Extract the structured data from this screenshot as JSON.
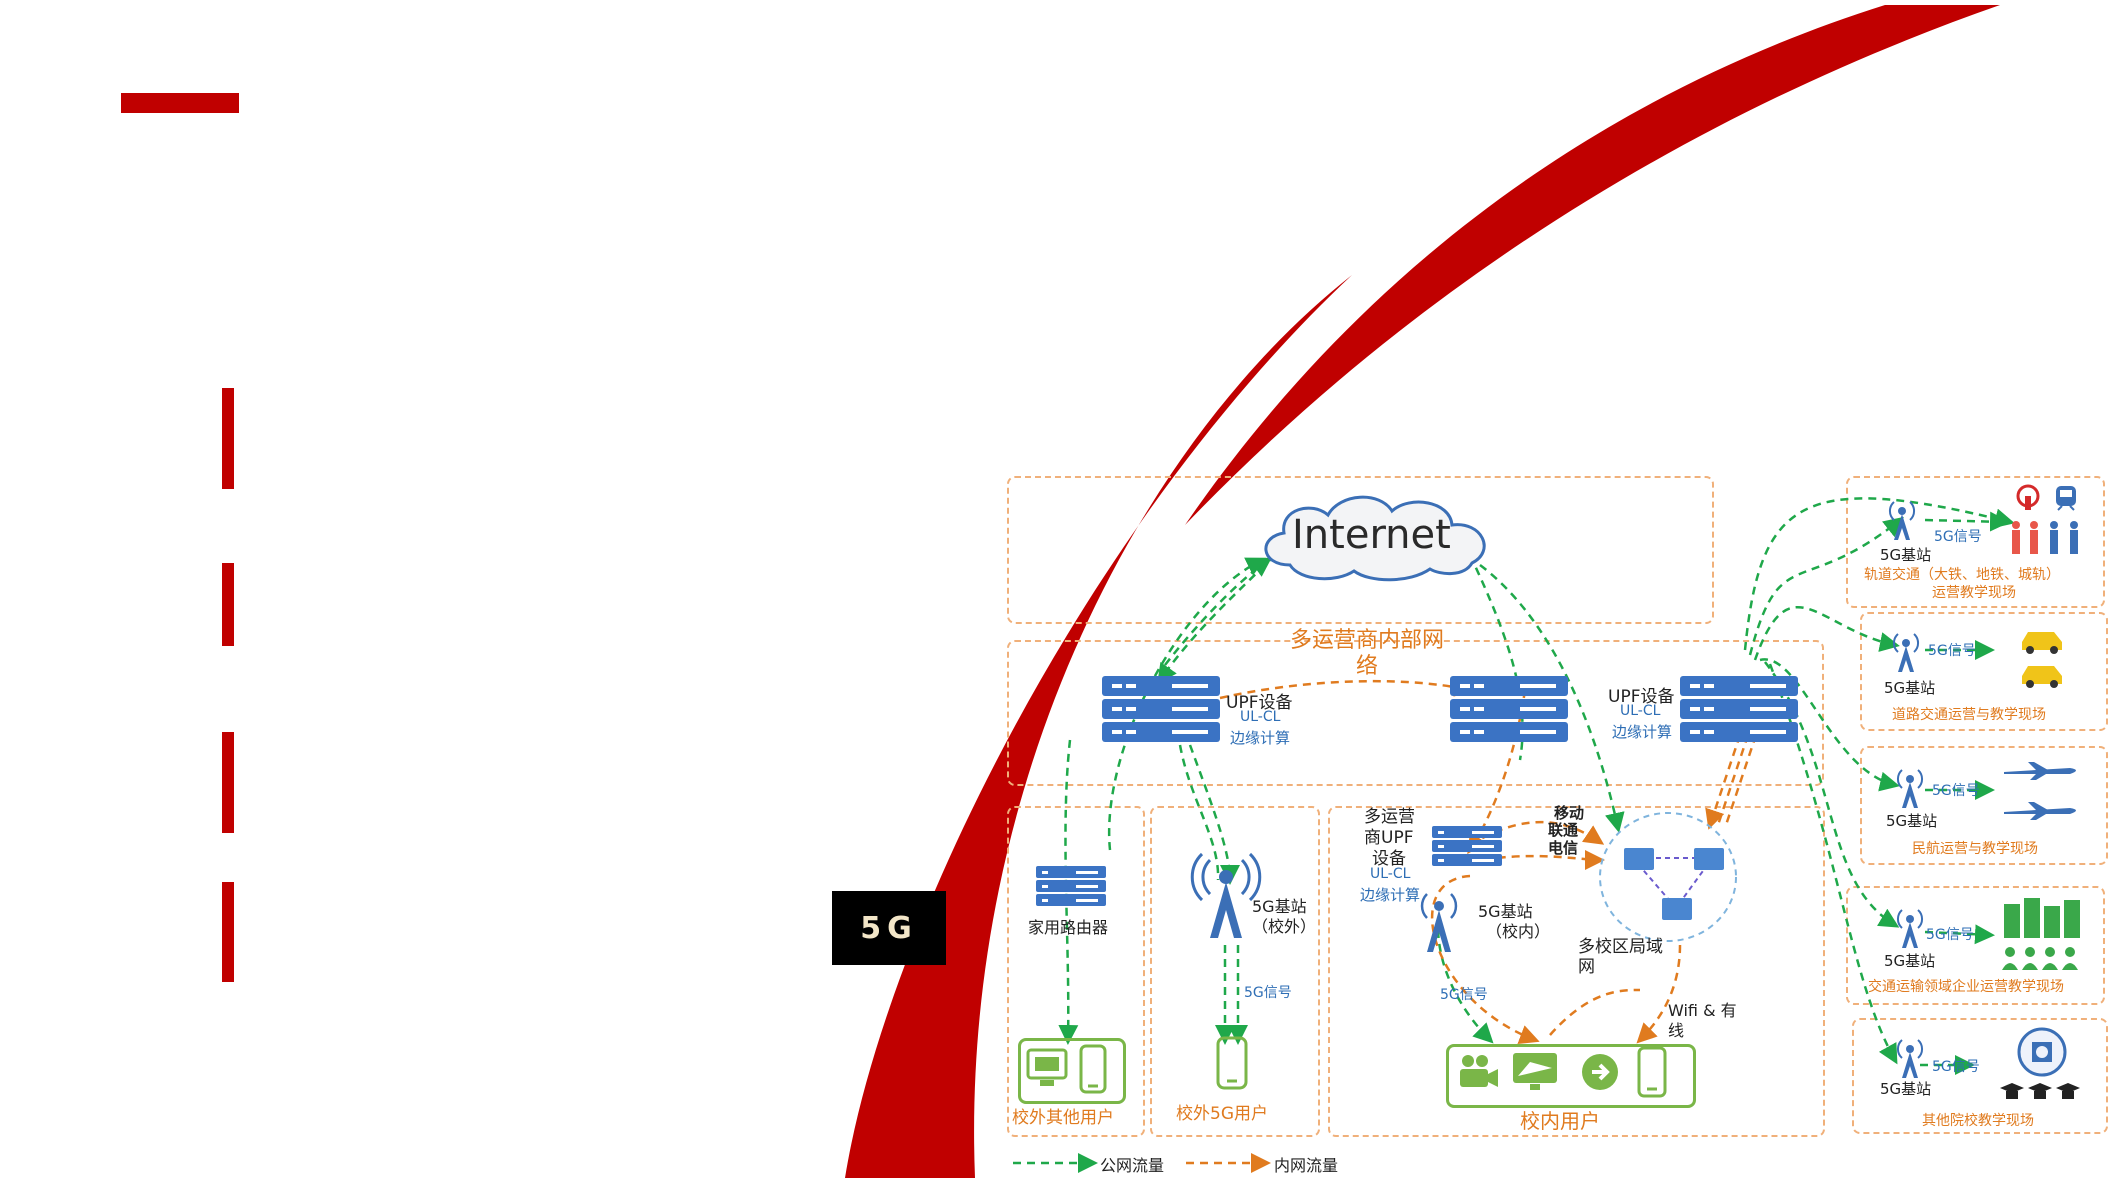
{
  "badge": "5G",
  "internet": "Internet",
  "zone_core": "多运营商内部网\n络",
  "upf_left": {
    "title": "UPF设备",
    "line2": "UL-CL",
    "line3": "边缘计算"
  },
  "upf_right": {
    "title": "UPF设备",
    "line2": "UL-CL",
    "line3": "边缘计算"
  },
  "campus_upf": {
    "l1": "多运营",
    "l2": "商UPF",
    "l3": "设备",
    "l4": "UL-CL",
    "l5": "边缘计算"
  },
  "operators": {
    "l1": "移动",
    "l2": "联通",
    "l3": "电信"
  },
  "home_router": "家用路由器",
  "bs_out": {
    "l1": "5G基站",
    "l2": "（校外）"
  },
  "bs_in": {
    "l1": "5G基站",
    "l2": "（校内）"
  },
  "lan": {
    "l1": "多校区局域",
    "l2": "网"
  },
  "signal_5g": "5G信号",
  "wifi": {
    "l1": "Wifi & 有",
    "l2": "线"
  },
  "users": {
    "outside_other": "校外其他用户",
    "outside_5g": "校外5G用户",
    "campus": "校内用户"
  },
  "legend": {
    "public": "公网流量",
    "internal": "内网流量"
  },
  "sites": [
    {
      "station": "5G基站",
      "signal": "5G信号",
      "title1": "轨道交通（大铁、地铁、城轨）",
      "title2": "运营教学现场"
    },
    {
      "station": "5G基站",
      "signal": "5G信号",
      "title1": "道路交通运营与教学现场",
      "title2": ""
    },
    {
      "station": "5G基站",
      "signal": "5G信号",
      "title1": "民航运营与教学现场",
      "title2": ""
    },
    {
      "station": "5G基站",
      "signal": "5G信号",
      "title1": "交通运输领域企业运营教学现场",
      "title2": ""
    },
    {
      "station": "5G基站",
      "signal": "5G信号",
      "title1": "其他院校教学现场",
      "title2": ""
    }
  ],
  "colors": {
    "red": "#c00000",
    "green": "#1fa84a",
    "orange": "#e07b1f",
    "blue": "#3b6fb6"
  }
}
